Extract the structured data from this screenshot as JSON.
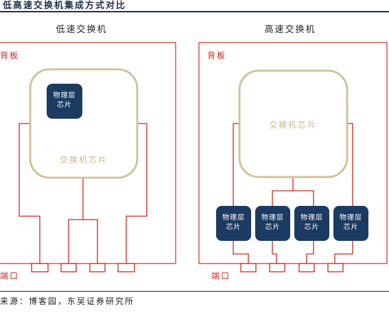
{
  "header": {
    "title": "低高速交换机集成方式对比"
  },
  "low_speed": {
    "title": "低速交换机",
    "board_label": "背板",
    "phy_chip": "物理层\n芯片",
    "switch_chip": "交换机芯片",
    "port_label": "端口"
  },
  "high_speed": {
    "title": "高速交换机",
    "board_label": "背板",
    "switch_chip": "交换机芯片",
    "phy_chips": [
      "物理层\n芯片",
      "物理层\n芯片",
      "物理层\n芯片",
      "物理层\n芯片"
    ],
    "port_label": "端口"
  },
  "footer": {
    "source": "来源：博客园，东吴证券研究所"
  },
  "colors": {
    "board_border": "#d23b33",
    "trace": "#c8281f",
    "switch_border": "#cfc39c",
    "phy_fill": "#1c3b62",
    "header_rule": "#1f2d4a"
  }
}
